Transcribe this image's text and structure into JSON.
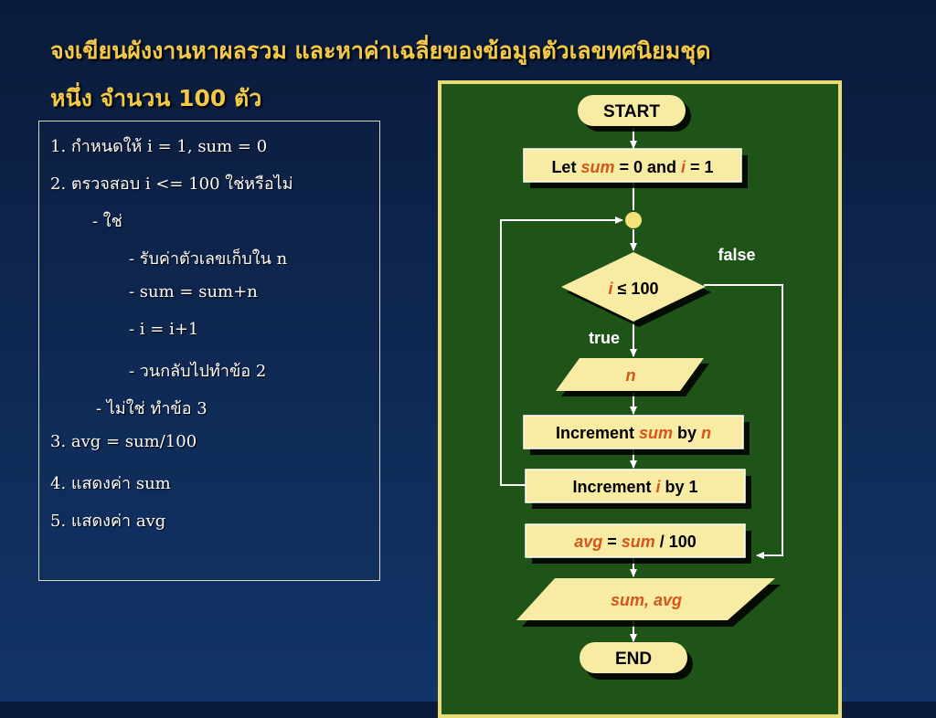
{
  "title": {
    "line1": "จงเขียนผังงานหาผลรวม และหาค่าเฉลี่ยของข้อมูลตัวเลขทศนิยมชุด",
    "line2": "หนึ่ง จำนวน 100 ตัว"
  },
  "steps": [
    "1. กำหนดให้ i = 1, sum = 0",
    "2. ตรวจสอบ i <= 100 ใช่หรือไม่",
    "- ใช่",
    "- รับค่าตัวเลขเก็บใน n",
    "- sum = sum+n",
    "- i = i+1",
    "- วนกลับไปทำข้อ 2",
    "- ไม่ใช่ ทำข้อ 3",
    "3. avg = sum/100",
    "4. แสดงค่า sum",
    "5. แสดงค่า avg"
  ],
  "flowchart": {
    "start": "START",
    "init": {
      "a": "Let ",
      "b": "sum",
      "c": " = 0 and ",
      "d": "i",
      "e": " = 1"
    },
    "decision": {
      "var": "i",
      "rest": " ≤ 100"
    },
    "true_label": "true",
    "false_label": "false",
    "input": "n",
    "inc_sum": {
      "a": "Increment ",
      "b": "sum",
      "c": " by ",
      "d": "n"
    },
    "inc_i": {
      "a": "Increment ",
      "b": "i",
      "c": " by 1"
    },
    "avg": {
      "a": "avg",
      "b": " = ",
      "c": "sum",
      "d": " / 100"
    },
    "output": "sum, avg",
    "end": "END"
  },
  "colors": {
    "title": "#f3c94a",
    "panel": "#1f5418",
    "box": "#f8eba4",
    "italic_var": "#d4561c",
    "connector": "#f3e27a"
  }
}
